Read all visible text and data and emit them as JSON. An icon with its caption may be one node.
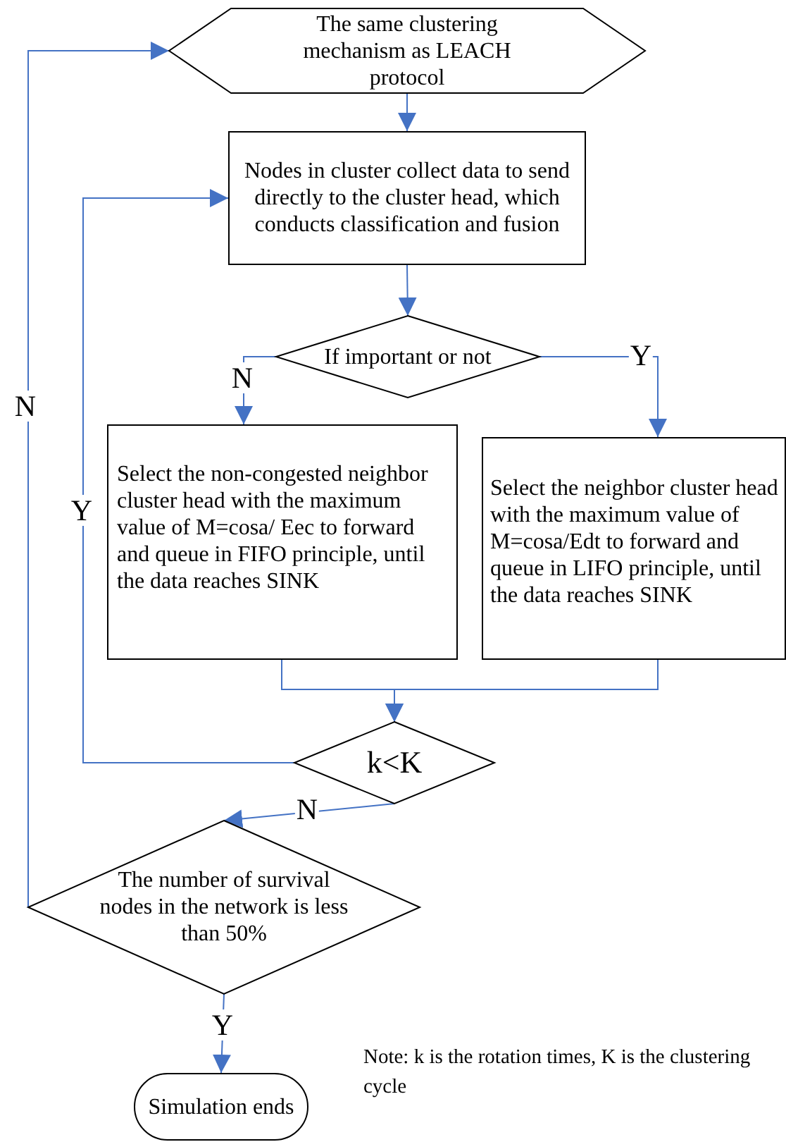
{
  "diagram": {
    "nodes": [
      {
        "text": [
          "The same clustering mechanism as LEACH protocol"
        ]
      },
      {
        "text": [
          "Nodes in cluster collect data to send directly to the cluster head, which conducts classification and fusion"
        ]
      },
      {
        "text": [
          "If important or not"
        ]
      },
      {
        "text": [
          "Select the non-congested neighbor cluster head with the maximum value of M=cosa/ Eec  to forward and queue in FIFO principle, until the data reaches SINK"
        ]
      },
      {
        "text": [
          "Select the neighbor cluster head with the maximum value of M=cosa/Edt  to forward and queue in LIFO principle, until the data reaches SINK"
        ]
      },
      {
        "text": [
          "k<K"
        ]
      },
      {
        "text": [
          "The number of survival nodes in the network is less than 50%"
        ]
      },
      {
        "text": [
          "Simulation ends"
        ]
      }
    ],
    "edges": [
      {
        "from": 0,
        "to": 1,
        "arrow": "to"
      },
      {
        "from": 1,
        "to": 2,
        "arrow": "to"
      },
      {
        "from": 2,
        "to": 3,
        "arrow": "to",
        "label": "N"
      },
      {
        "from": 2,
        "to": 4,
        "arrow": "to",
        "label": "Y"
      },
      {
        "from": 3,
        "to": 5,
        "arrow": "to"
      },
      {
        "from": 4,
        "to": 5,
        "arrow": "to"
      },
      {
        "from": 5,
        "to": 1,
        "arrow": "to",
        "label": "Y"
      },
      {
        "from": 5,
        "to": 6,
        "arrow": "to",
        "label": "N"
      },
      {
        "from": 6,
        "to": 0,
        "arrow": "to",
        "label": "N"
      },
      {
        "from": 6,
        "to": 7,
        "arrow": "to",
        "label": "Y"
      }
    ],
    "labels": [
      "Note: k is the rotation times, K is the clustering cycle"
    ]
  }
}
